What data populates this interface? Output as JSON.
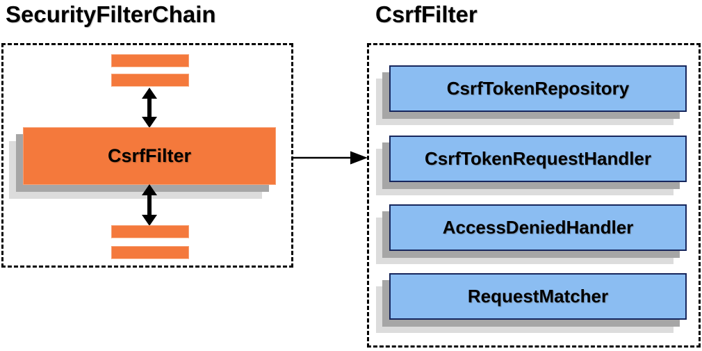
{
  "diagram": {
    "left": {
      "title": "SecurityFilterChain",
      "filter_label": "CsrfFilter"
    },
    "right": {
      "title": "CsrfFilter",
      "components": [
        "CsrfTokenRepository",
        "CsrfTokenRequestHandler",
        "AccessDeniedHandler",
        "RequestMatcher"
      ]
    },
    "colors": {
      "filter_orange": "#F4793C",
      "component_blue_fill": "#8BBDF2",
      "component_blue_border": "#16265C",
      "shadow_dark": "#A6A6A6",
      "shadow_light": "#DCDCDC",
      "dash_border": "#000000",
      "arrow_black": "#000000"
    }
  }
}
